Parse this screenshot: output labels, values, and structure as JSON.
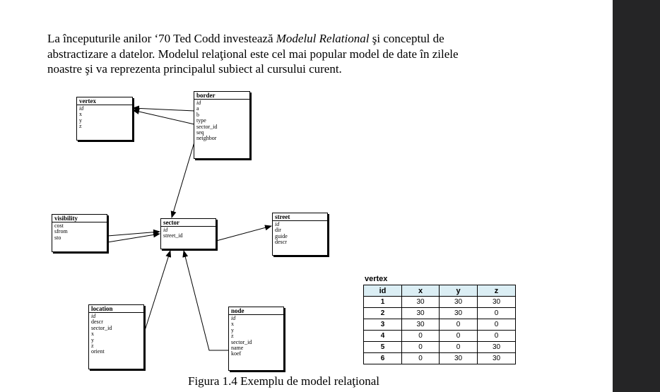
{
  "paragraph": {
    "line1_a": "La începuturile anilor ‘70 Ted Codd investează ",
    "line1_em": "Modelul Relational",
    "line1_b": " şi conceptul de",
    "line2": "abstractizare a datelor.  Modelul relaţional este cel mai popular model de date în zilele",
    "line3": "noastre şi va reprezenta principalul subiect al cursului curent."
  },
  "entities": {
    "vertex": {
      "name": "vertex",
      "attrs": [
        "id",
        "x",
        "y",
        "z"
      ]
    },
    "border": {
      "name": "border",
      "attrs": [
        "id",
        "a",
        "b",
        "type",
        "sector_id",
        "seq",
        "neighbor"
      ]
    },
    "visibility": {
      "name": "visibility",
      "attrs": [
        "cost",
        "sfrom",
        "sto"
      ]
    },
    "sector": {
      "name": "sector",
      "attrs": [
        "id",
        "street_id"
      ]
    },
    "street": {
      "name": "street",
      "attrs": [
        "id",
        "dir",
        "guide",
        "descr"
      ]
    },
    "location": {
      "name": "location",
      "attrs": [
        "id",
        "descr",
        "sector_id",
        "x",
        "y",
        "z",
        "orient"
      ]
    },
    "node": {
      "name": "node",
      "attrs": [
        "id",
        "x",
        "y",
        "z",
        "sector_id",
        "name",
        "koef"
      ]
    }
  },
  "table": {
    "title": "vertex",
    "headers": [
      "id",
      "x",
      "y",
      "z"
    ],
    "rows": [
      [
        "1",
        "30",
        "30",
        "30"
      ],
      [
        "2",
        "30",
        "30",
        "0"
      ],
      [
        "3",
        "30",
        "0",
        "0"
      ],
      [
        "4",
        "0",
        "0",
        "0"
      ],
      [
        "5",
        "0",
        "0",
        "30"
      ],
      [
        "6",
        "0",
        "30",
        "30"
      ]
    ]
  },
  "caption": "Figura 1.4 Exemplu de model relaţional"
}
